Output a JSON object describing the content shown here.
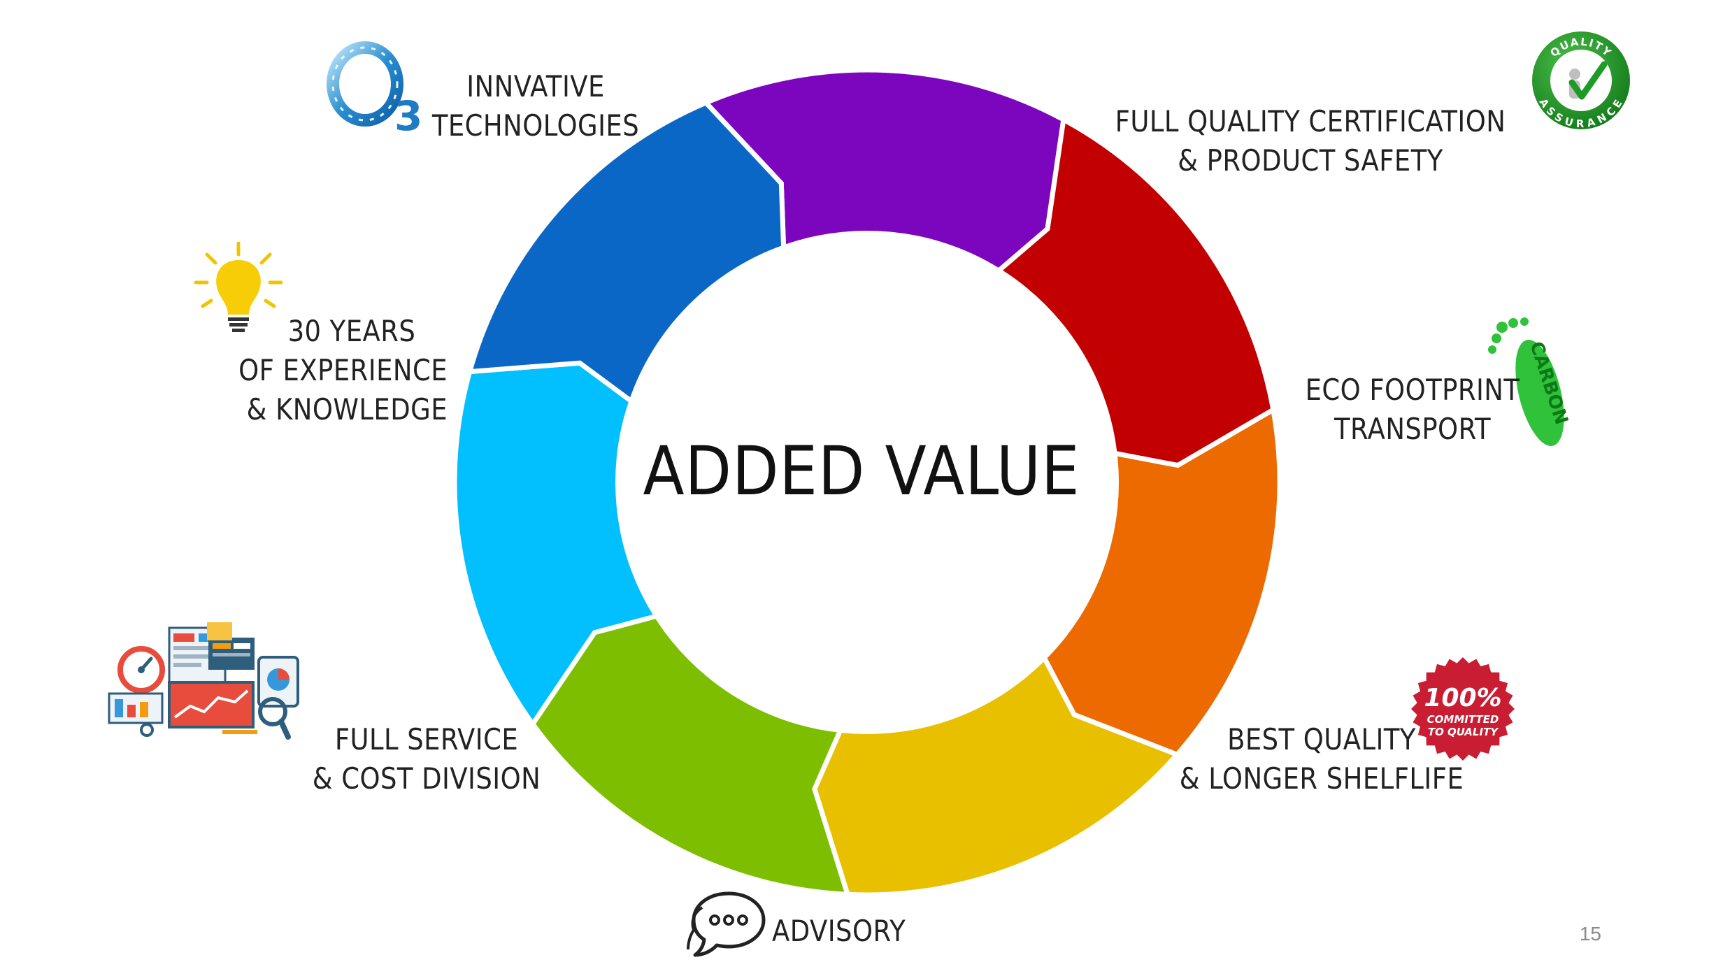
{
  "diagram": {
    "center_label": "ADDED VALUE",
    "segments": [
      {
        "name": "innovative-technologies",
        "color": "#7B06BE"
      },
      {
        "name": "quality-certification",
        "color": "#C30001"
      },
      {
        "name": "eco-footprint",
        "color": "#EC6A00"
      },
      {
        "name": "best-quality",
        "color": "#E8C000"
      },
      {
        "name": "advisory",
        "color": "#7DBF00"
      },
      {
        "name": "full-service",
        "color": "#02BFFD"
      },
      {
        "name": "experience",
        "color": "#0B67C5"
      }
    ],
    "labels": {
      "innovative": {
        "line1": "INNVATIVE",
        "line2": "TECHNOLOGIES"
      },
      "quality": {
        "line1": "FULL QUALITY CERTIFICATION",
        "line2": "& PRODUCT SAFETY"
      },
      "eco": {
        "line1": "ECO FOOTPRINT",
        "line2": "TRANSPORT"
      },
      "best": {
        "line1": "BEST QUALITY",
        "line2": "& LONGER SHELFLIFE"
      },
      "advisory": {
        "line1": "ADVISORY"
      },
      "service": {
        "line1": "FULL SERVICE",
        "line2": "& COST DIVISION"
      },
      "experience": {
        "line1": "30 YEARS",
        "line2": "OF EXPERIENCE",
        "line3": "& KNOWLEDGE"
      }
    },
    "badges": {
      "ozone": "O3",
      "quality_top": "QUALITY",
      "quality_bottom": "ASSURANCE",
      "carbon": "CARBON",
      "committed_pct": "100%",
      "committed_l1": "COMMITTED",
      "committed_l2": "TO QUALITY"
    }
  },
  "page": {
    "number": "15"
  }
}
